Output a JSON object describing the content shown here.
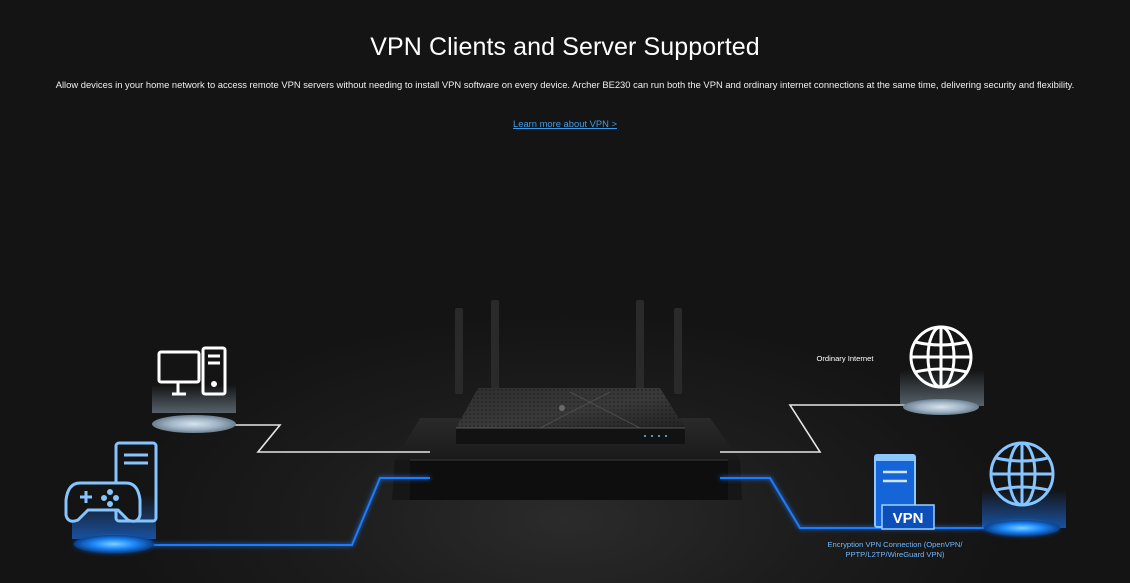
{
  "section": {
    "title": "VPN Clients and Server Supported",
    "description": "Allow devices in your home network to access remote VPN servers without needing to install VPN software on every device. Archer BE230 can run both the VPN and ordinary internet connections at the same time, delivering security and flexibility.",
    "learn_more_label": "Learn more about VPN >"
  },
  "diagram": {
    "ordinary_label": "Ordinary Internet",
    "vpn_badge": "VPN",
    "encryption_label": "Encryption VPN Connection (OpenVPN/ PPTP/L2TP/WireGuard VPN)",
    "icons": [
      "desktop-computer-icon",
      "game-controller-icon",
      "globe-icon",
      "vpn-server-icon"
    ],
    "colors": {
      "vpn_line": "#1f7bff",
      "ordinary_line": "#e6e6e6",
      "link": "#3d9be9"
    }
  }
}
